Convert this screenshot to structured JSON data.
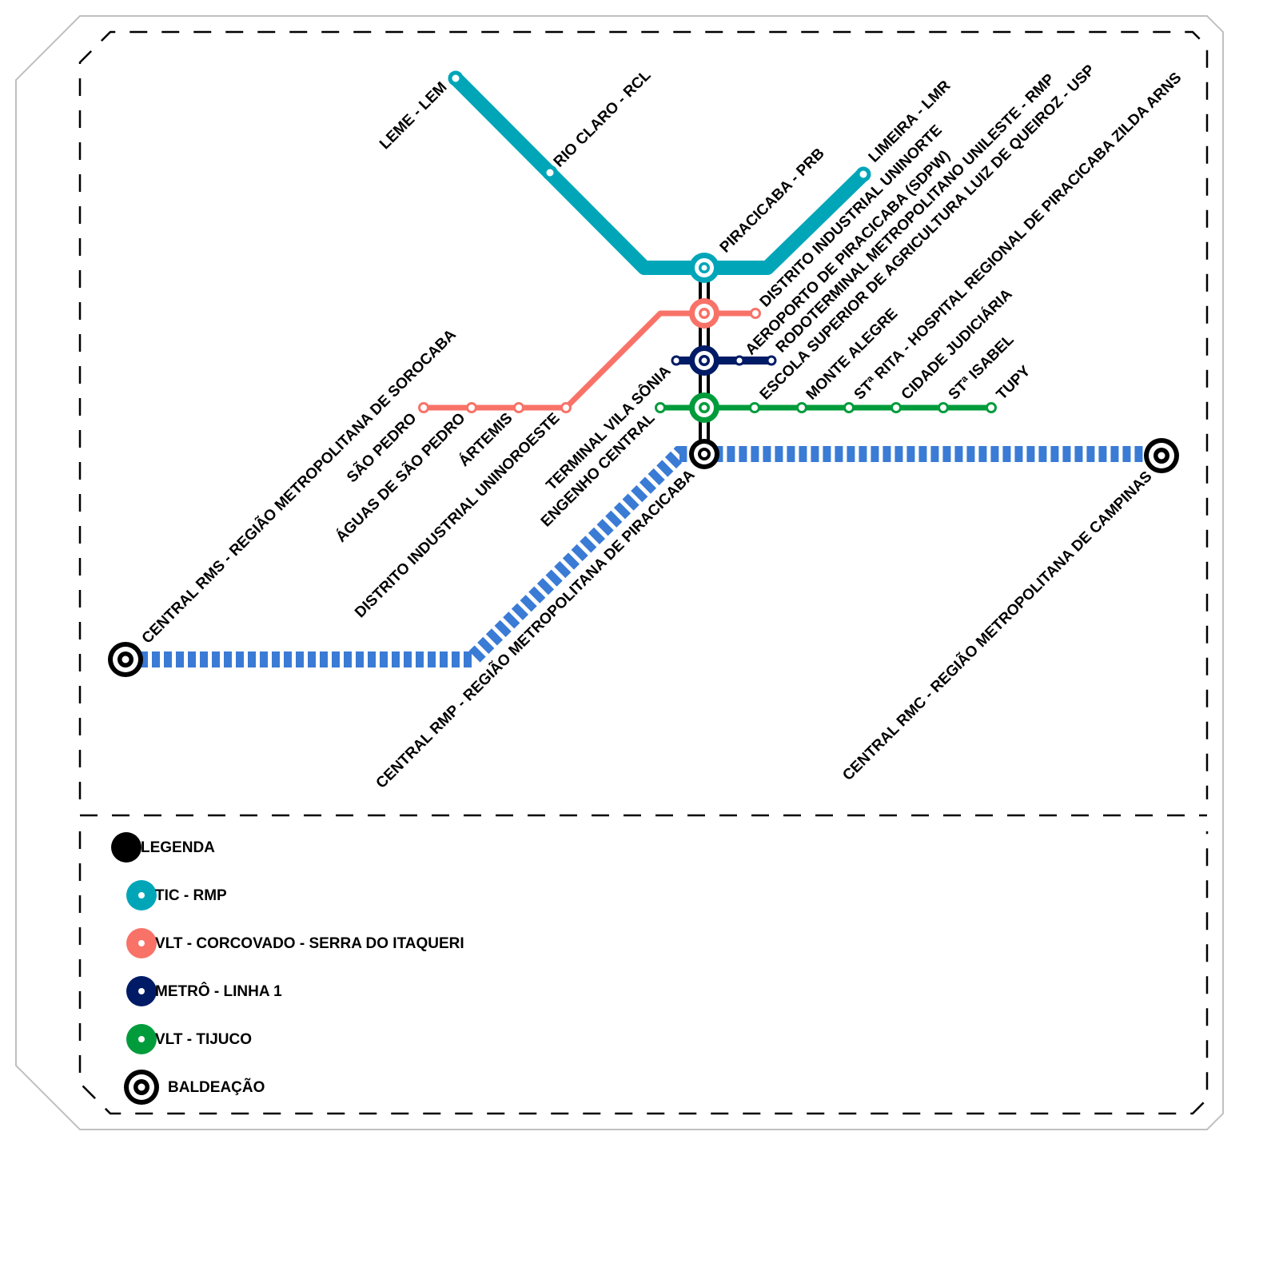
{
  "colors": {
    "tic": "#00a6b8",
    "vlt_corcovado": "#f87268",
    "metro": "#001b66",
    "vlt_tijuco": "#009c3b",
    "dashed_connector": "#3a7bd5",
    "interchange": "#000000"
  },
  "lines": {
    "tic": {
      "name": "TIC - RMP",
      "stations": [
        "LEME - LEM",
        "RIO CLARO - RCL",
        "PIRACICABA - PRB",
        "LIMEIRA - LMR"
      ]
    },
    "vlt_corcovado": {
      "name": "VLT - CORCOVADO - SERRA DO ITAQUERI",
      "stations": [
        "SÃO PEDRO",
        "ÁGUAS DE SÃO PEDRO",
        "ÁRTEMIS",
        "DISTRITO INDUSTRIAL UNINOROESTE",
        "DISTRITO INDUSTRIAL UNINORTE"
      ]
    },
    "metro": {
      "name": "METRÔ - LINHA 1",
      "stations": [
        "TERMINAL VILA SÔNIA",
        "AEROPORTO DE PIRACICABA (SDPW)",
        "RODOTERMINAL METROPOLITANO UNILESTE - RMP"
      ]
    },
    "vlt_tijuco": {
      "name": "VLT - TIJUCO",
      "stations": [
        "ENGENHO CENTRAL",
        "ESCOLA SUPERIOR DE AGRICULTURA LUIZ DE QUEIROZ - USP",
        "MONTE ALEGRE",
        "STª RITA - HOSPITAL REGIONAL DE PIRACICABA ZILDA ARNS",
        "CIDADE JUDICIÁRIA",
        "STª ISABEL",
        "TUPY"
      ]
    },
    "connector": {
      "stations": [
        "CENTRAL RMS - REGIÃO METROPOLITANA DE SOROCABA",
        "CENTRAL RMP - REGIÃO METROPOLITANA DE PIRACICABA",
        "CENTRAL RMC - REGIÃO METROPOLITANA DE CAMPINAS"
      ]
    }
  },
  "legend": {
    "title": "LEGENDA",
    "items": [
      {
        "label": "TIC - RMP",
        "color": "#00a6b8"
      },
      {
        "label": "VLT - CORCOVADO - SERRA DO ITAQUERI",
        "color": "#f87268"
      },
      {
        "label": "METRÔ - LINHA 1",
        "color": "#001b66"
      },
      {
        "label": "VLT - TIJUCO",
        "color": "#009c3b"
      },
      {
        "label": "BALDEAÇÃO",
        "color": "#000000"
      }
    ]
  }
}
